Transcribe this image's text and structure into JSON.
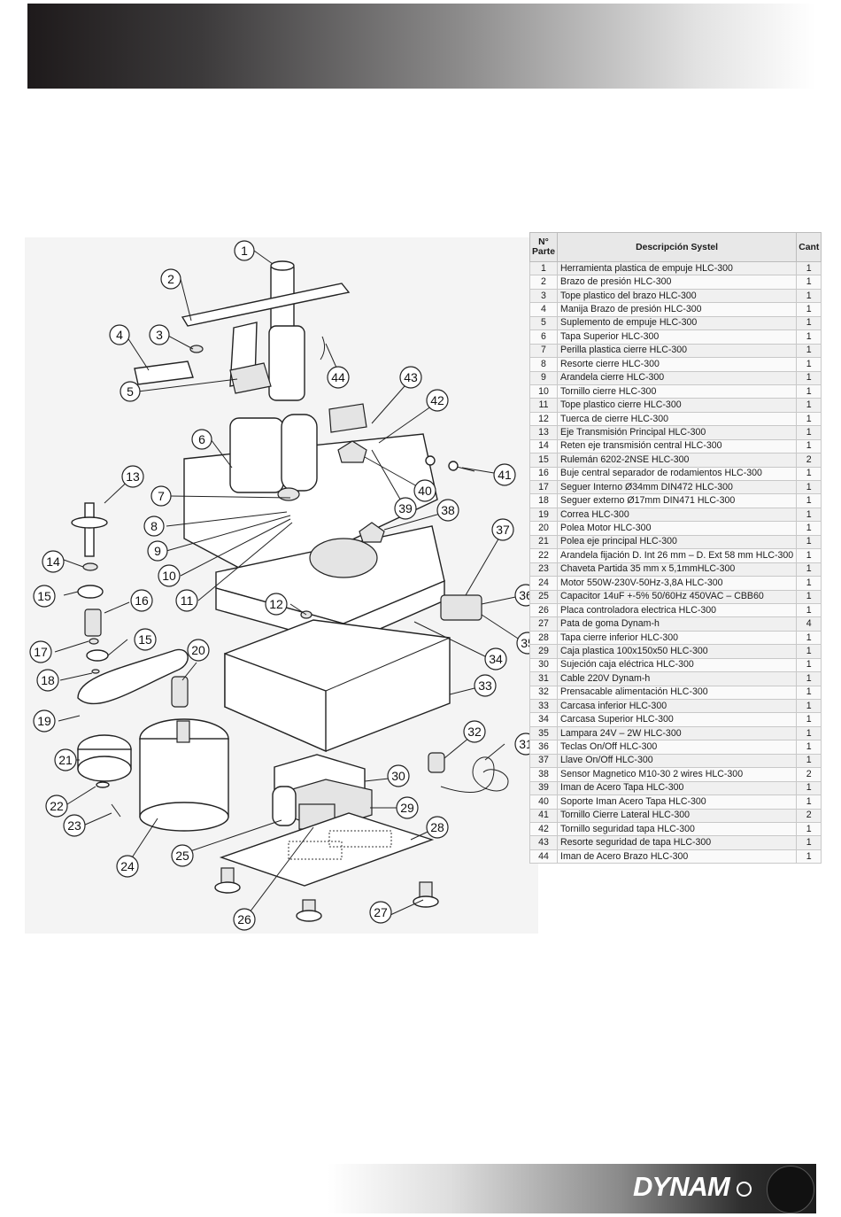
{
  "table": {
    "headers": {
      "num": "N° Parte",
      "desc": "Descripción Systel",
      "qty": "Cant"
    },
    "rows": [
      {
        "n": "1",
        "desc": "Herramienta plastica de empuje HLC-300",
        "q": "1"
      },
      {
        "n": "2",
        "desc": "Brazo de presión HLC-300",
        "q": "1"
      },
      {
        "n": "3",
        "desc": "Tope plastico del brazo HLC-300",
        "q": "1"
      },
      {
        "n": "4",
        "desc": "Manija Brazo de presión HLC-300",
        "q": "1"
      },
      {
        "n": "5",
        "desc": "Suplemento de empuje HLC-300",
        "q": "1"
      },
      {
        "n": "6",
        "desc": "Tapa Superior HLC-300",
        "q": "1"
      },
      {
        "n": "7",
        "desc": "Perilla plastica cierre HLC-300",
        "q": "1"
      },
      {
        "n": "8",
        "desc": "Resorte cierre HLC-300",
        "q": "1"
      },
      {
        "n": "9",
        "desc": "Arandela cierre HLC-300",
        "q": "1"
      },
      {
        "n": "10",
        "desc": "Tornillo cierre HLC-300",
        "q": "1"
      },
      {
        "n": "11",
        "desc": "Tope plastico cierre HLC-300",
        "q": "1"
      },
      {
        "n": "12",
        "desc": "Tuerca de cierre HLC-300",
        "q": "1"
      },
      {
        "n": "13",
        "desc": "Eje Transmisión Principal HLC-300",
        "q": "1"
      },
      {
        "n": "14",
        "desc": "Reten eje transmisión central HLC-300",
        "q": "1"
      },
      {
        "n": "15",
        "desc": "Rulemán 6202-2NSE HLC-300",
        "q": "2"
      },
      {
        "n": "16",
        "desc": "Buje central separador de rodamientos HLC-300",
        "q": "1"
      },
      {
        "n": "17",
        "desc": "Seguer Interno Ø34mm DIN472 HLC-300",
        "q": "1"
      },
      {
        "n": "18",
        "desc": "Seguer externo Ø17mm DIN471 HLC-300",
        "q": "1"
      },
      {
        "n": "19",
        "desc": "Correa HLC-300",
        "q": "1"
      },
      {
        "n": "20",
        "desc": "Polea Motor HLC-300",
        "q": "1"
      },
      {
        "n": "21",
        "desc": "Polea eje principal HLC-300",
        "q": "1"
      },
      {
        "n": "22",
        "desc": "Arandela fijación D. Int 26 mm – D. Ext 58 mm HLC-300",
        "q": "1"
      },
      {
        "n": "23",
        "desc": "Chaveta Partida 35 mm x 5,1mmHLC-300",
        "q": "1"
      },
      {
        "n": "24",
        "desc": "Motor 550W-230V-50Hz-3,8A HLC-300",
        "q": "1"
      },
      {
        "n": "25",
        "desc": "Capacitor 14uF +-5% 50/60Hz 450VAC – CBB60",
        "q": "1"
      },
      {
        "n": "26",
        "desc": "Placa controladora electrica HLC-300",
        "q": "1"
      },
      {
        "n": "27",
        "desc": "Pata de goma Dynam-h",
        "q": "4"
      },
      {
        "n": "28",
        "desc": "Tapa cierre inferior HLC-300",
        "q": "1"
      },
      {
        "n": "29",
        "desc": "Caja plastica 100x150x50 HLC-300",
        "q": "1"
      },
      {
        "n": "30",
        "desc": "Sujeción caja eléctrica HLC-300",
        "q": "1"
      },
      {
        "n": "31",
        "desc": "Cable 220V Dynam-h",
        "q": "1"
      },
      {
        "n": "32",
        "desc": "Prensacable alimentación HLC-300",
        "q": "1"
      },
      {
        "n": "33",
        "desc": "Carcasa inferior HLC-300",
        "q": "1"
      },
      {
        "n": "34",
        "desc": "Carcasa Superior HLC-300",
        "q": "1"
      },
      {
        "n": "35",
        "desc": "Lampara 24V – 2W HLC-300",
        "q": "1"
      },
      {
        "n": "36",
        "desc": "Teclas On/Off HLC-300",
        "q": "1"
      },
      {
        "n": "37",
        "desc": "Llave On/Off HLC-300",
        "q": "1"
      },
      {
        "n": "38",
        "desc": "Sensor Magnetico M10-30 2 wires HLC-300",
        "q": "2"
      },
      {
        "n": "39",
        "desc": "Iman de Acero Tapa HLC-300",
        "q": "1"
      },
      {
        "n": "40",
        "desc": "Soporte Iman Acero Tapa HLC-300",
        "q": "1"
      },
      {
        "n": "41",
        "desc": "Tornillo Cierre Lateral HLC-300",
        "q": "2"
      },
      {
        "n": "42",
        "desc": "Tornillo seguridad tapa HLC-300",
        "q": "1"
      },
      {
        "n": "43",
        "desc": "Resorte seguridad de tapa HLC-300",
        "q": "1"
      },
      {
        "n": "44",
        "desc": "Iman de Acero Brazo HLC-300",
        "q": "1"
      }
    ]
  },
  "footer": {
    "logo": "DYNAM"
  },
  "diagram": {
    "icon": "exploded-view-drawing"
  }
}
